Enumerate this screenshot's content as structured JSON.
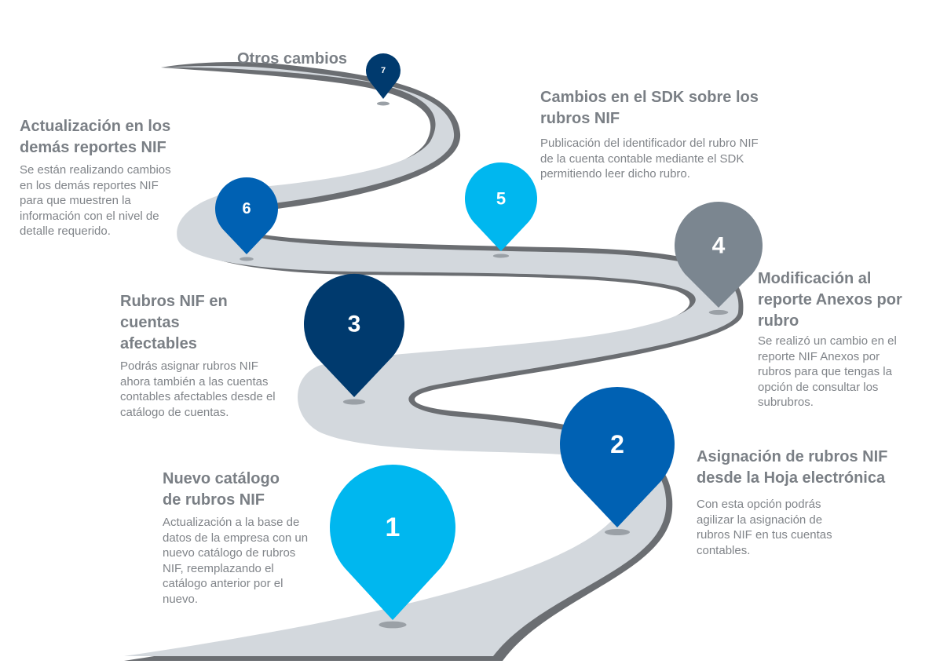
{
  "steps": [
    {
      "number": "1",
      "title": "Nuevo catálogo\nde rubros NIF",
      "text": "Actualización a la base de\ndatos de la empresa con un\nnuevo catálogo de rubros\nNIF, reemplazando el\ncatálogo anterior por el\nnuevo.",
      "color": "#00b7ef"
    },
    {
      "number": "2",
      "title": "Asignación de rubros NIF\ndesde la Hoja electrónica",
      "text": "Con esta opción podrás\nagilizar  la asignación de\nrubros NIF en tus cuentas\ncontables.",
      "color": "#0061b3"
    },
    {
      "number": "3",
      "title": "Rubros NIF en\ncuentas\nafectables",
      "text": "Podrás asignar rubros NIF\nahora también a las cuentas\ncontables afectables desde el\ncatálogo de cuentas.",
      "color": "#003a6e"
    },
    {
      "number": "4",
      "title": "Modificación al\nreporte Anexos por\nrubro",
      "text": "Se realizó un cambio en el\nreporte NIF Anexos por\nrubros para que tengas la\nopción de consultar los\nsubrubros.",
      "color": "#7b8690"
    },
    {
      "number": "5",
      "title": "Cambios en el SDK sobre los\nrubros NIF",
      "text": "Publicación del identificador del rubro NIF\nde la cuenta contable mediante el SDK\npermitiendo leer dicho rubro.",
      "color": "#00b7ef"
    },
    {
      "number": "6",
      "title": "Actualización en los\ndemás reportes NIF",
      "text": "Se están realizando cambios\nen los demás reportes NIF\npara que muestren la\ninformación con el nivel de\ndetalle requerido.",
      "color": "#0061b3"
    },
    {
      "number": "7",
      "title": "Otros cambios",
      "text": "",
      "color": "#003a6e"
    }
  ]
}
